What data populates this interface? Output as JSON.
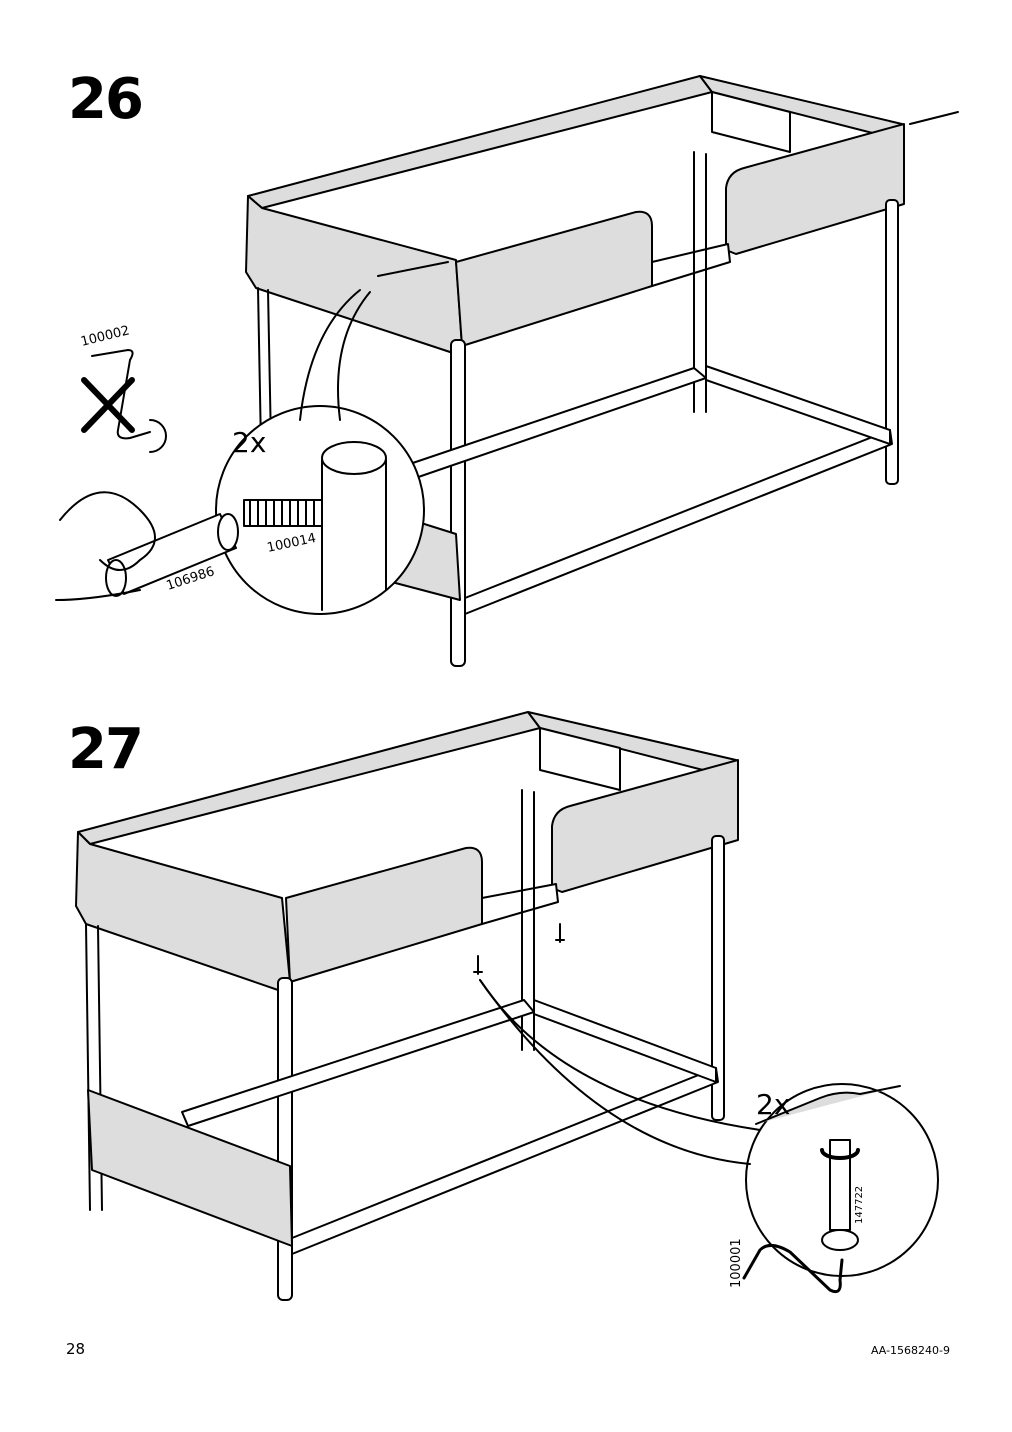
{
  "steps": [
    {
      "number": "26",
      "quantity": "2x",
      "parts": {
        "allen_key": "100002",
        "tool": "106986",
        "bolt": "100014"
      }
    },
    {
      "number": "27",
      "quantity": "2x",
      "parts": {
        "allen_key": "100001",
        "bolt": "147722"
      }
    }
  ],
  "footer": {
    "page_number": "28",
    "doc_code": "AA-1568240-9"
  },
  "colors": {
    "panel_fill": "#dddddd",
    "line": "#000000",
    "background": "#ffffff"
  }
}
